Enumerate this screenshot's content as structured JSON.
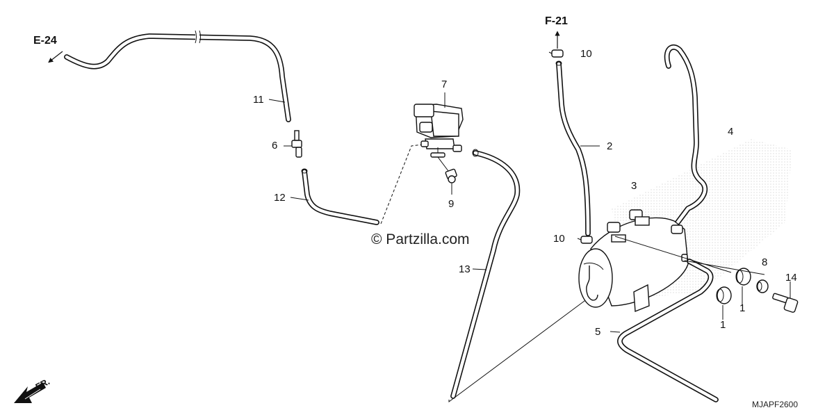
{
  "refs": {
    "e24": "E-24",
    "f21": "F-21"
  },
  "watermark": "© Partzilla.com",
  "diagram_code": "MJAPF2600",
  "front": "FR.",
  "callouts": [
    {
      "id": "1a",
      "text": "1"
    },
    {
      "id": "1b",
      "text": "1"
    },
    {
      "id": "2",
      "text": "2"
    },
    {
      "id": "3",
      "text": "3"
    },
    {
      "id": "4",
      "text": "4"
    },
    {
      "id": "5",
      "text": "5"
    },
    {
      "id": "6",
      "text": "6"
    },
    {
      "id": "7",
      "text": "7"
    },
    {
      "id": "8",
      "text": "8"
    },
    {
      "id": "9",
      "text": "9"
    },
    {
      "id": "10a",
      "text": "10"
    },
    {
      "id": "10b",
      "text": "10"
    },
    {
      "id": "11",
      "text": "11"
    },
    {
      "id": "12",
      "text": "12"
    },
    {
      "id": "13",
      "text": "13"
    },
    {
      "id": "14",
      "text": "14"
    }
  ]
}
